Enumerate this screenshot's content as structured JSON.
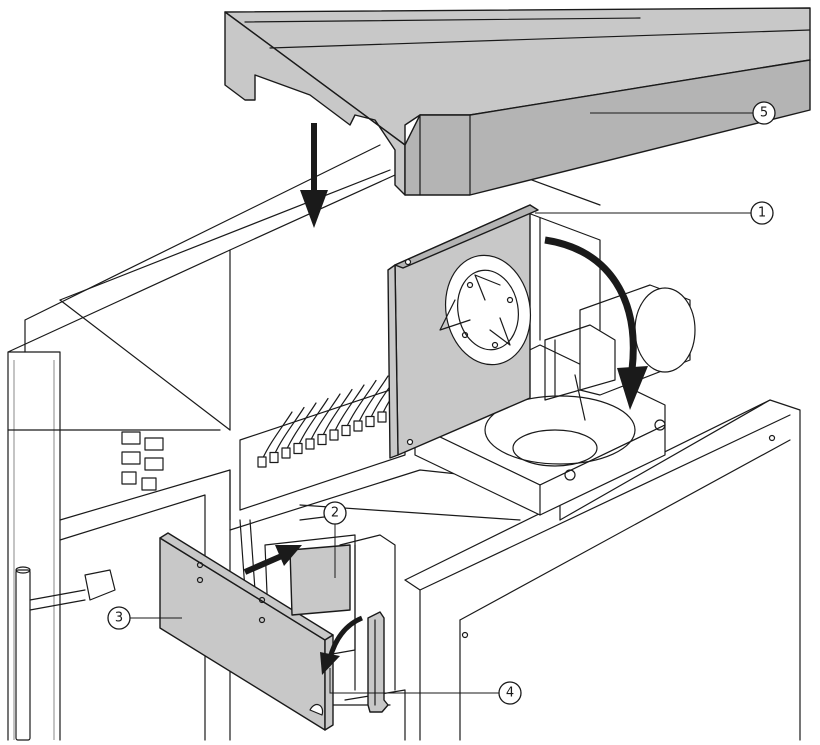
{
  "colors": {
    "part_fill": "#c8c8c8",
    "part_fill_dark": "#b4b4b4",
    "line": "#1a1a1a",
    "background": "#ffffff"
  },
  "callouts": [
    {
      "id": "callout-1",
      "label": "1"
    },
    {
      "id": "callout-2",
      "label": "2"
    },
    {
      "id": "callout-3",
      "label": "3"
    },
    {
      "id": "callout-4",
      "label": "4"
    },
    {
      "id": "callout-5",
      "label": "5"
    }
  ]
}
